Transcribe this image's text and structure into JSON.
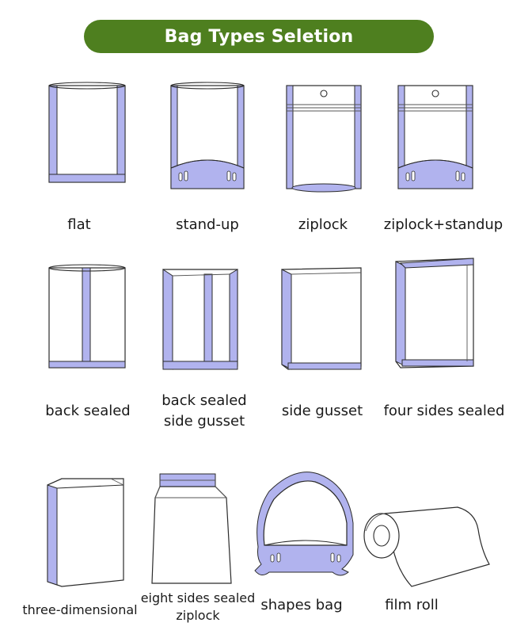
{
  "header": {
    "title": "Bag Types Seletion"
  },
  "colors": {
    "banner": "#4e7f1f",
    "seal_band": "#b1b3ee",
    "outline": "#2b2b2b"
  },
  "bags": [
    {
      "id": "flat",
      "label": "flat"
    },
    {
      "id": "stand-up",
      "label": "stand-up"
    },
    {
      "id": "ziplock",
      "label": "ziplock"
    },
    {
      "id": "ziplock-standup",
      "label": "ziplock+standup"
    },
    {
      "id": "back-sealed",
      "label": "back sealed"
    },
    {
      "id": "back-sealed-side-gusset",
      "label_line1": "back sealed",
      "label_line2": "side gusset"
    },
    {
      "id": "side-gusset",
      "label": "side gusset"
    },
    {
      "id": "four-sides-sealed",
      "label": "four sides sealed"
    },
    {
      "id": "three-dimensional",
      "label": "three-dimensional"
    },
    {
      "id": "eight-sides-sealed-ziplock",
      "label_line1": "eight sides sealed",
      "label_line2": "ziplock"
    },
    {
      "id": "shapes-bag",
      "label": "shapes bag"
    },
    {
      "id": "film-roll",
      "label": "film roll"
    }
  ]
}
